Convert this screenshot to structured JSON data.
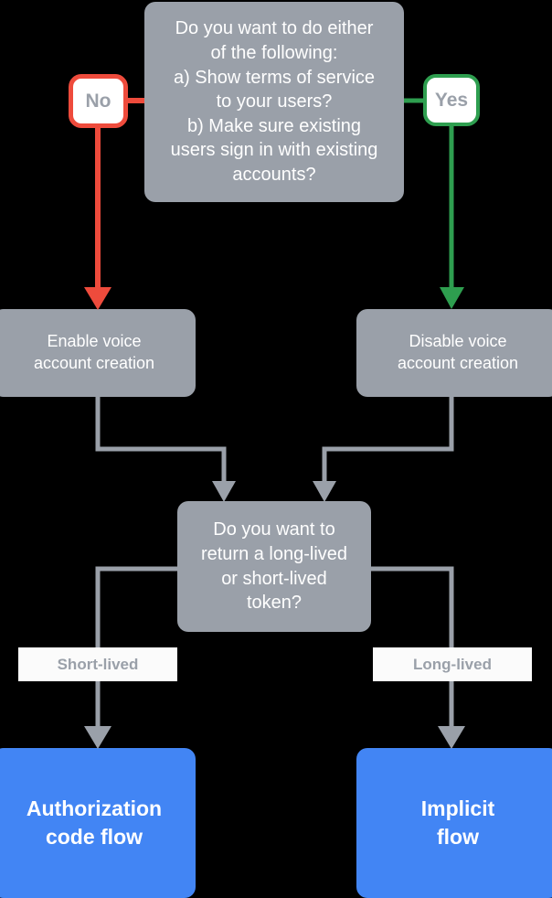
{
  "diagram": {
    "title": "Account linking decision flowchart",
    "background_color": "#000000",
    "palette": {
      "gray_node": "#9aa0a9",
      "blue_node": "#4285f4",
      "red_edge": "#ee4b3c",
      "green_edge": "#2e9e4f",
      "gray_edge": "#9aa0a9",
      "label_text": "#9aa0a9",
      "label_background": "#fbfbfb",
      "node_text": "#ffffff"
    }
  },
  "nodes": {
    "decision_1": {
      "text": "Do you want to do either\nof the following:\na) Show terms of service\nto your users?\nb) Make sure existing\nusers sign in with existing\naccounts?",
      "shape": "decision",
      "fill": "#9aa0a9"
    },
    "process_enable": {
      "text": "Enable voice\naccount creation",
      "shape": "process",
      "fill": "#9aa0a9"
    },
    "process_disable": {
      "text": "Disable voice\naccount creation",
      "shape": "process",
      "fill": "#9aa0a9"
    },
    "decision_2": {
      "text": "Do you want to\nreturn a long-lived\nor short-lived\ntoken?",
      "shape": "decision",
      "fill": "#9aa0a9"
    },
    "terminal_auth": {
      "text": "Authorization\ncode flow",
      "shape": "terminal",
      "fill": "#4285f4"
    },
    "terminal_implicit": {
      "text": "Implicit\nflow",
      "shape": "terminal",
      "fill": "#4285f4"
    }
  },
  "badges": {
    "no": {
      "label": "No",
      "border_color": "#ee4b3c"
    },
    "yes": {
      "label": "Yes",
      "border_color": "#2e9e4f"
    }
  },
  "edge_labels": {
    "short_lived": {
      "label": "Short-lived"
    },
    "long_lived": {
      "label": "Long-lived"
    }
  },
  "edges": [
    {
      "name": "decision1-to-no",
      "from": "decision_1",
      "to": "badge_no",
      "color": "#ee4b3c"
    },
    {
      "name": "no-to-enable",
      "from": "badge_no",
      "to": "process_enable",
      "color": "#ee4b3c"
    },
    {
      "name": "decision1-to-yes",
      "from": "decision_1",
      "to": "badge_yes",
      "color": "#2e9e4f"
    },
    {
      "name": "yes-to-disable",
      "from": "badge_yes",
      "to": "process_disable",
      "color": "#2e9e4f"
    },
    {
      "name": "enable-to-decision2",
      "from": "process_enable",
      "to": "decision_2",
      "color": "#9aa0a9"
    },
    {
      "name": "disable-to-decision2",
      "from": "process_disable",
      "to": "decision_2",
      "color": "#9aa0a9"
    },
    {
      "name": "decision2-to-auth",
      "from": "decision_2",
      "to": "terminal_auth",
      "color": "#9aa0a9",
      "label": "Short-lived"
    },
    {
      "name": "decision2-to-implicit",
      "from": "decision_2",
      "to": "terminal_implicit",
      "color": "#9aa0a9",
      "label": "Long-lived"
    }
  ]
}
